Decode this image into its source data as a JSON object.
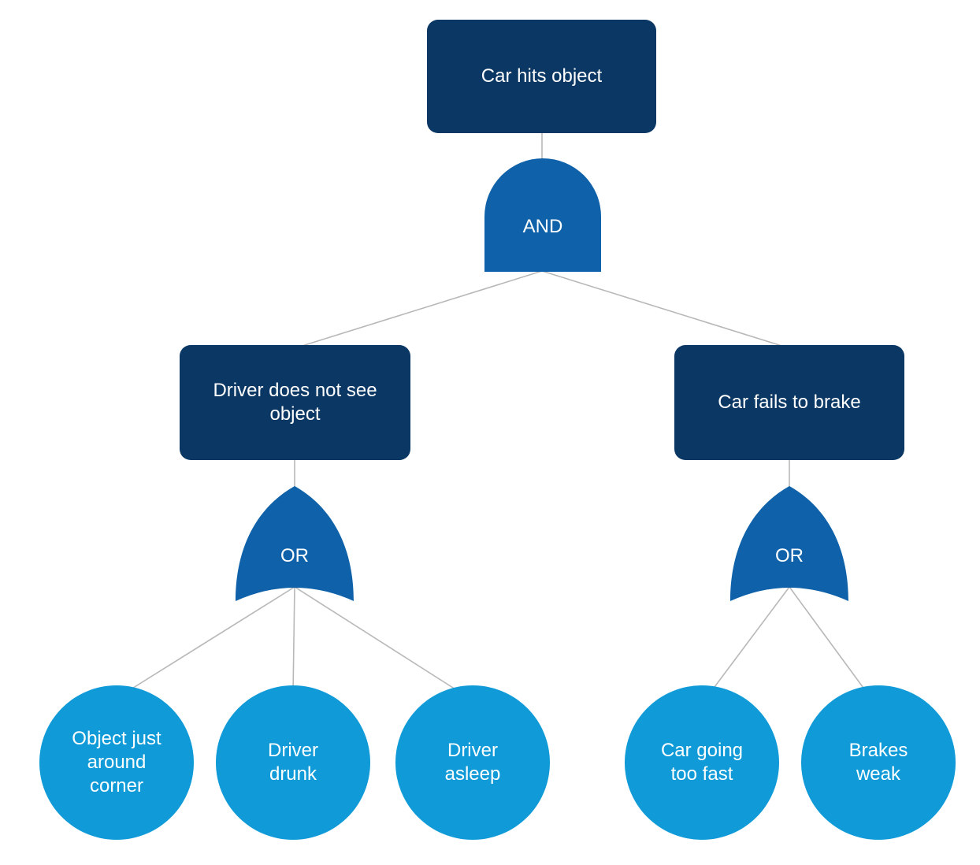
{
  "diagram": {
    "type": "fault-tree",
    "colors": {
      "event_box_fill": "#0a3763",
      "gate_fill": "#0f62a9",
      "basic_event_fill": "#109bd8",
      "connector_stroke": "#b8b8b8",
      "label_text": "#ffffff",
      "background": "#ffffff"
    },
    "top_event": {
      "label": "Car hits object"
    },
    "and_gate": {
      "label": "AND"
    },
    "branches": {
      "left": {
        "event": {
          "label": "Driver does not see\nobject"
        },
        "gate": {
          "label": "OR"
        },
        "basic_events": [
          {
            "label": "Object just\naround\ncorner"
          },
          {
            "label": "Driver\ndrunk"
          },
          {
            "label": "Driver\nasleep"
          }
        ]
      },
      "right": {
        "event": {
          "label": "Car fails to brake"
        },
        "gate": {
          "label": "OR"
        },
        "basic_events": [
          {
            "label": "Car going\ntoo fast"
          },
          {
            "label": "Brakes\nweak"
          }
        ]
      }
    }
  }
}
